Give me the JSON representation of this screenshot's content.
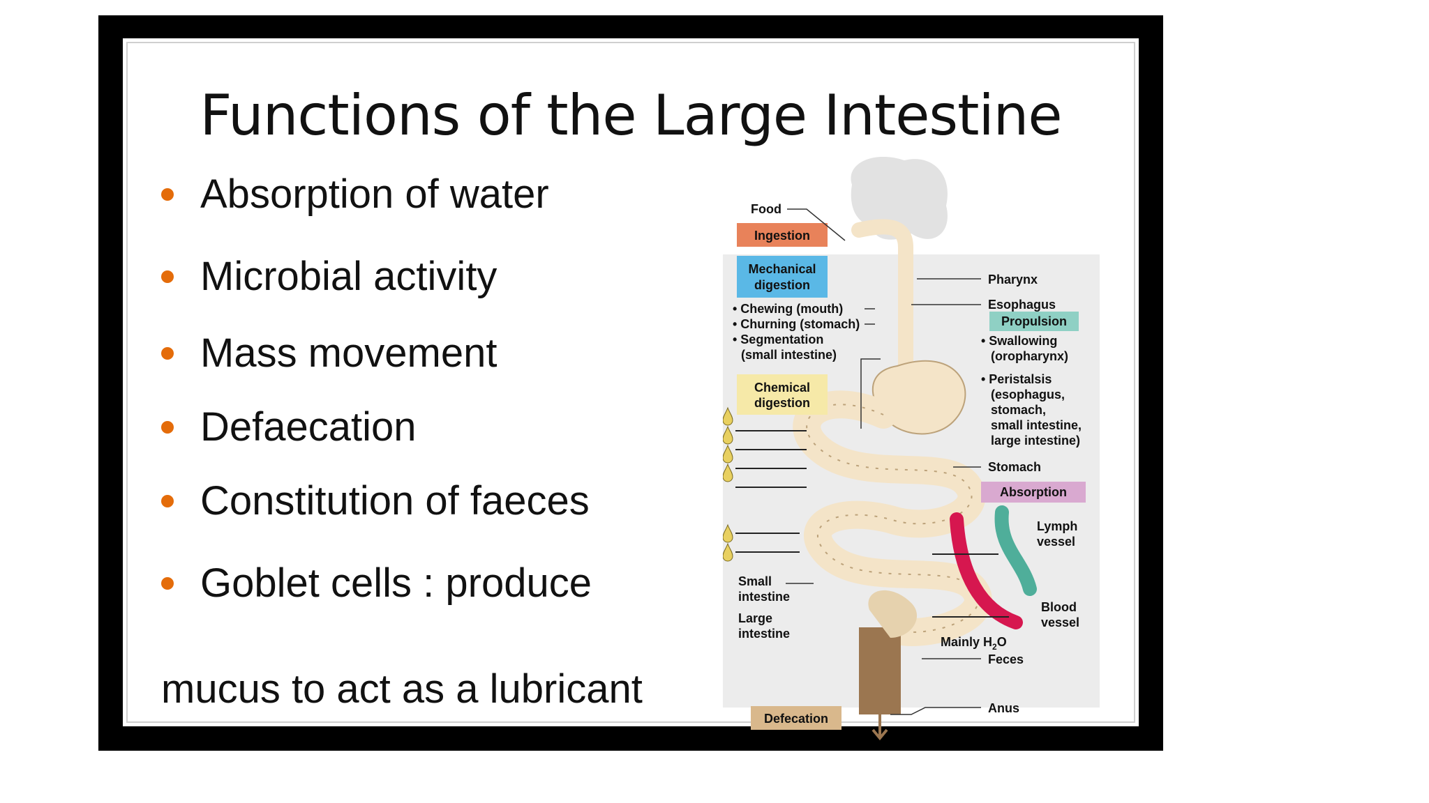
{
  "slide": {
    "title": "Functions of the Large Intestine",
    "bullets": [
      "Absorption of water",
      "Microbial activity",
      "Mass movement",
      "Defaecation",
      "Constitution of faeces",
      "Goblet cells : produce"
    ],
    "continuation": "mucus to act as a lubricant",
    "bullet_color": "#e46c0a"
  },
  "diagram": {
    "labels": {
      "food": "Food",
      "ingestion": "Ingestion",
      "mechanical_1": "Mechanical",
      "mechanical_2": "digestion",
      "chewing": "• Chewing (mouth)",
      "churning": "• Churning (stomach)",
      "segmentation": "• Segmentation",
      "small_intestine_paren": "(small intestine)",
      "chemical_1": "Chemical",
      "chemical_2": "digestion",
      "pharynx": "Pharynx",
      "esophagus": "Esophagus",
      "propulsion": "Propulsion",
      "swallowing": "• Swallowing",
      "oropharynx": "(oropharynx)",
      "peristalsis": "• Peristalsis",
      "peri_1": "(esophagus,",
      "peri_2": "stomach,",
      "peri_3": "small intestine,",
      "peri_4": "large intestine)",
      "stomach": "Stomach",
      "absorption": "Absorption",
      "lymph_1": "Lymph",
      "lymph_2": "vessel",
      "blood_1": "Blood",
      "blood_2": "vessel",
      "small_int_1": "Small",
      "small_int_2": "intestine",
      "large_int_1": "Large",
      "large_int_2": "intestine",
      "mainly_h2o": "Mainly H",
      "h2o_sub": "2",
      "h2o_o": "O",
      "feces": "Feces",
      "anus": "Anus",
      "defecation": "Defecation"
    },
    "colors": {
      "ingestion": "#e8825a",
      "mechanical": "#5ab8e6",
      "chemical": "#f6e9a8",
      "propulsion": "#8fd0c4",
      "absorption": "#d9a9d0",
      "defecation": "#d9b88c",
      "gut": "#f4e4c8",
      "blood": "#d6174f",
      "lymph": "#4fae9a",
      "feces": "#9b7650"
    }
  }
}
